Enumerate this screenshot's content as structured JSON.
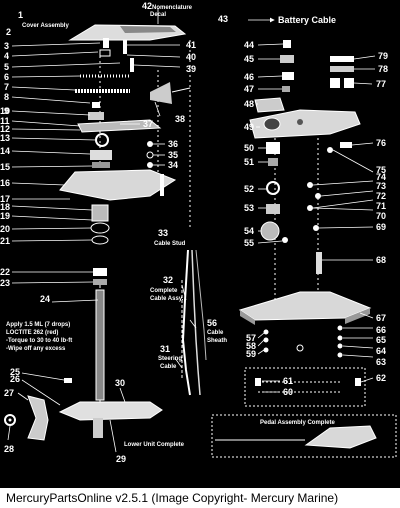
{
  "labels": {
    "n1": "1",
    "n2": "2",
    "n3": "3",
    "n4": "4",
    "n5": "5",
    "n6": "6",
    "n7": "7",
    "n8": "8",
    "n9": "9",
    "n10": "10",
    "n11": "11",
    "n12": "12",
    "n13": "13",
    "n14": "14",
    "n15": "15",
    "n16": "16",
    "n17": "17",
    "n18": "18",
    "n19": "19",
    "n20": "20",
    "n21": "21",
    "n22": "22",
    "n23": "23",
    "n24": "24",
    "n25": "25",
    "n26": "26",
    "n27": "27",
    "n28": "28",
    "n29": "29",
    "n30": "30",
    "n31": "31",
    "n32": "32",
    "n33": "33",
    "n34": "34",
    "n35": "35",
    "n36": "36",
    "n37": "37",
    "n38": "38",
    "n39": "39",
    "n40": "40",
    "n41": "41",
    "n42": "42",
    "n43": "43",
    "n44": "44",
    "n45": "45",
    "n46": "46",
    "n47": "47",
    "n48": "48",
    "n49": "49",
    "n50": "50",
    "n51": "51",
    "n52": "52",
    "n53": "53",
    "n54": "54",
    "n55": "55",
    "n56": "56",
    "n57": "57",
    "n58": "58",
    "n59": "59",
    "n60": "60",
    "n61": "61",
    "n62": "62",
    "n63": "63",
    "n64": "64",
    "n65": "65",
    "n66": "66",
    "n67": "67",
    "n68": "68",
    "n69": "69",
    "n70": "70",
    "n71": "71",
    "n72": "72",
    "n73": "73",
    "n74": "74",
    "n75": "75",
    "n76": "76",
    "n77": "77",
    "n78": "78",
    "n79": "79"
  },
  "captions": {
    "cover_assembly": "Cover Assembly",
    "nomenclature": "Nomenclature",
    "decal": "Decal",
    "battery_cable": "Battery Cable",
    "cable_stud": "Cable Stud",
    "complete_cable": "Complete",
    "cable_assy": "Cable Assy.",
    "cable": "Cable",
    "sheath": "Sheath",
    "steering": "Steering",
    "steering_cable": "Cable",
    "lower_unit": "Lower Unit Complete",
    "pedal_assembly": "Pedal Assembly Complete"
  },
  "note": {
    "line1": "Apply 1.5 ML (7 drops)",
    "line2": "LOCTITE 262 (red)",
    "line3": "-Torque to 30 to 40 lb-ft",
    "line4": "-Wipe off any excess"
  },
  "footer": "MercuryPartsOnline v2.5.1 (Image Copyright- Mercury Marine)"
}
